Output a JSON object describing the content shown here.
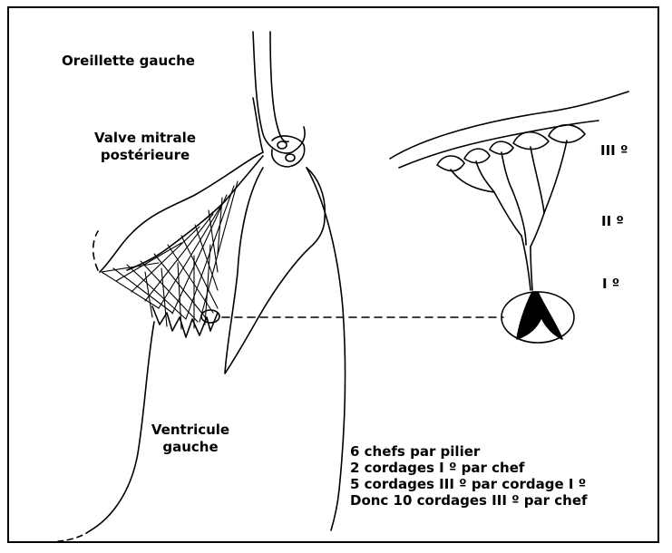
{
  "labels": {
    "left_atrium": "Oreillette gauche",
    "mitral_valve_line1": "Valve mitrale",
    "mitral_valve_line2": "postérieure",
    "left_ventricle_line1": "Ventricule",
    "left_ventricle_line2": "gauche",
    "order_third": "III º",
    "order_second": "II º",
    "order_first": "I º"
  },
  "notes": [
    "6 chefs par pilier",
    "2 cordages I º par chef",
    "5 cordages III º par cordage I º",
    "Donc 10 cordages III º par chef"
  ]
}
